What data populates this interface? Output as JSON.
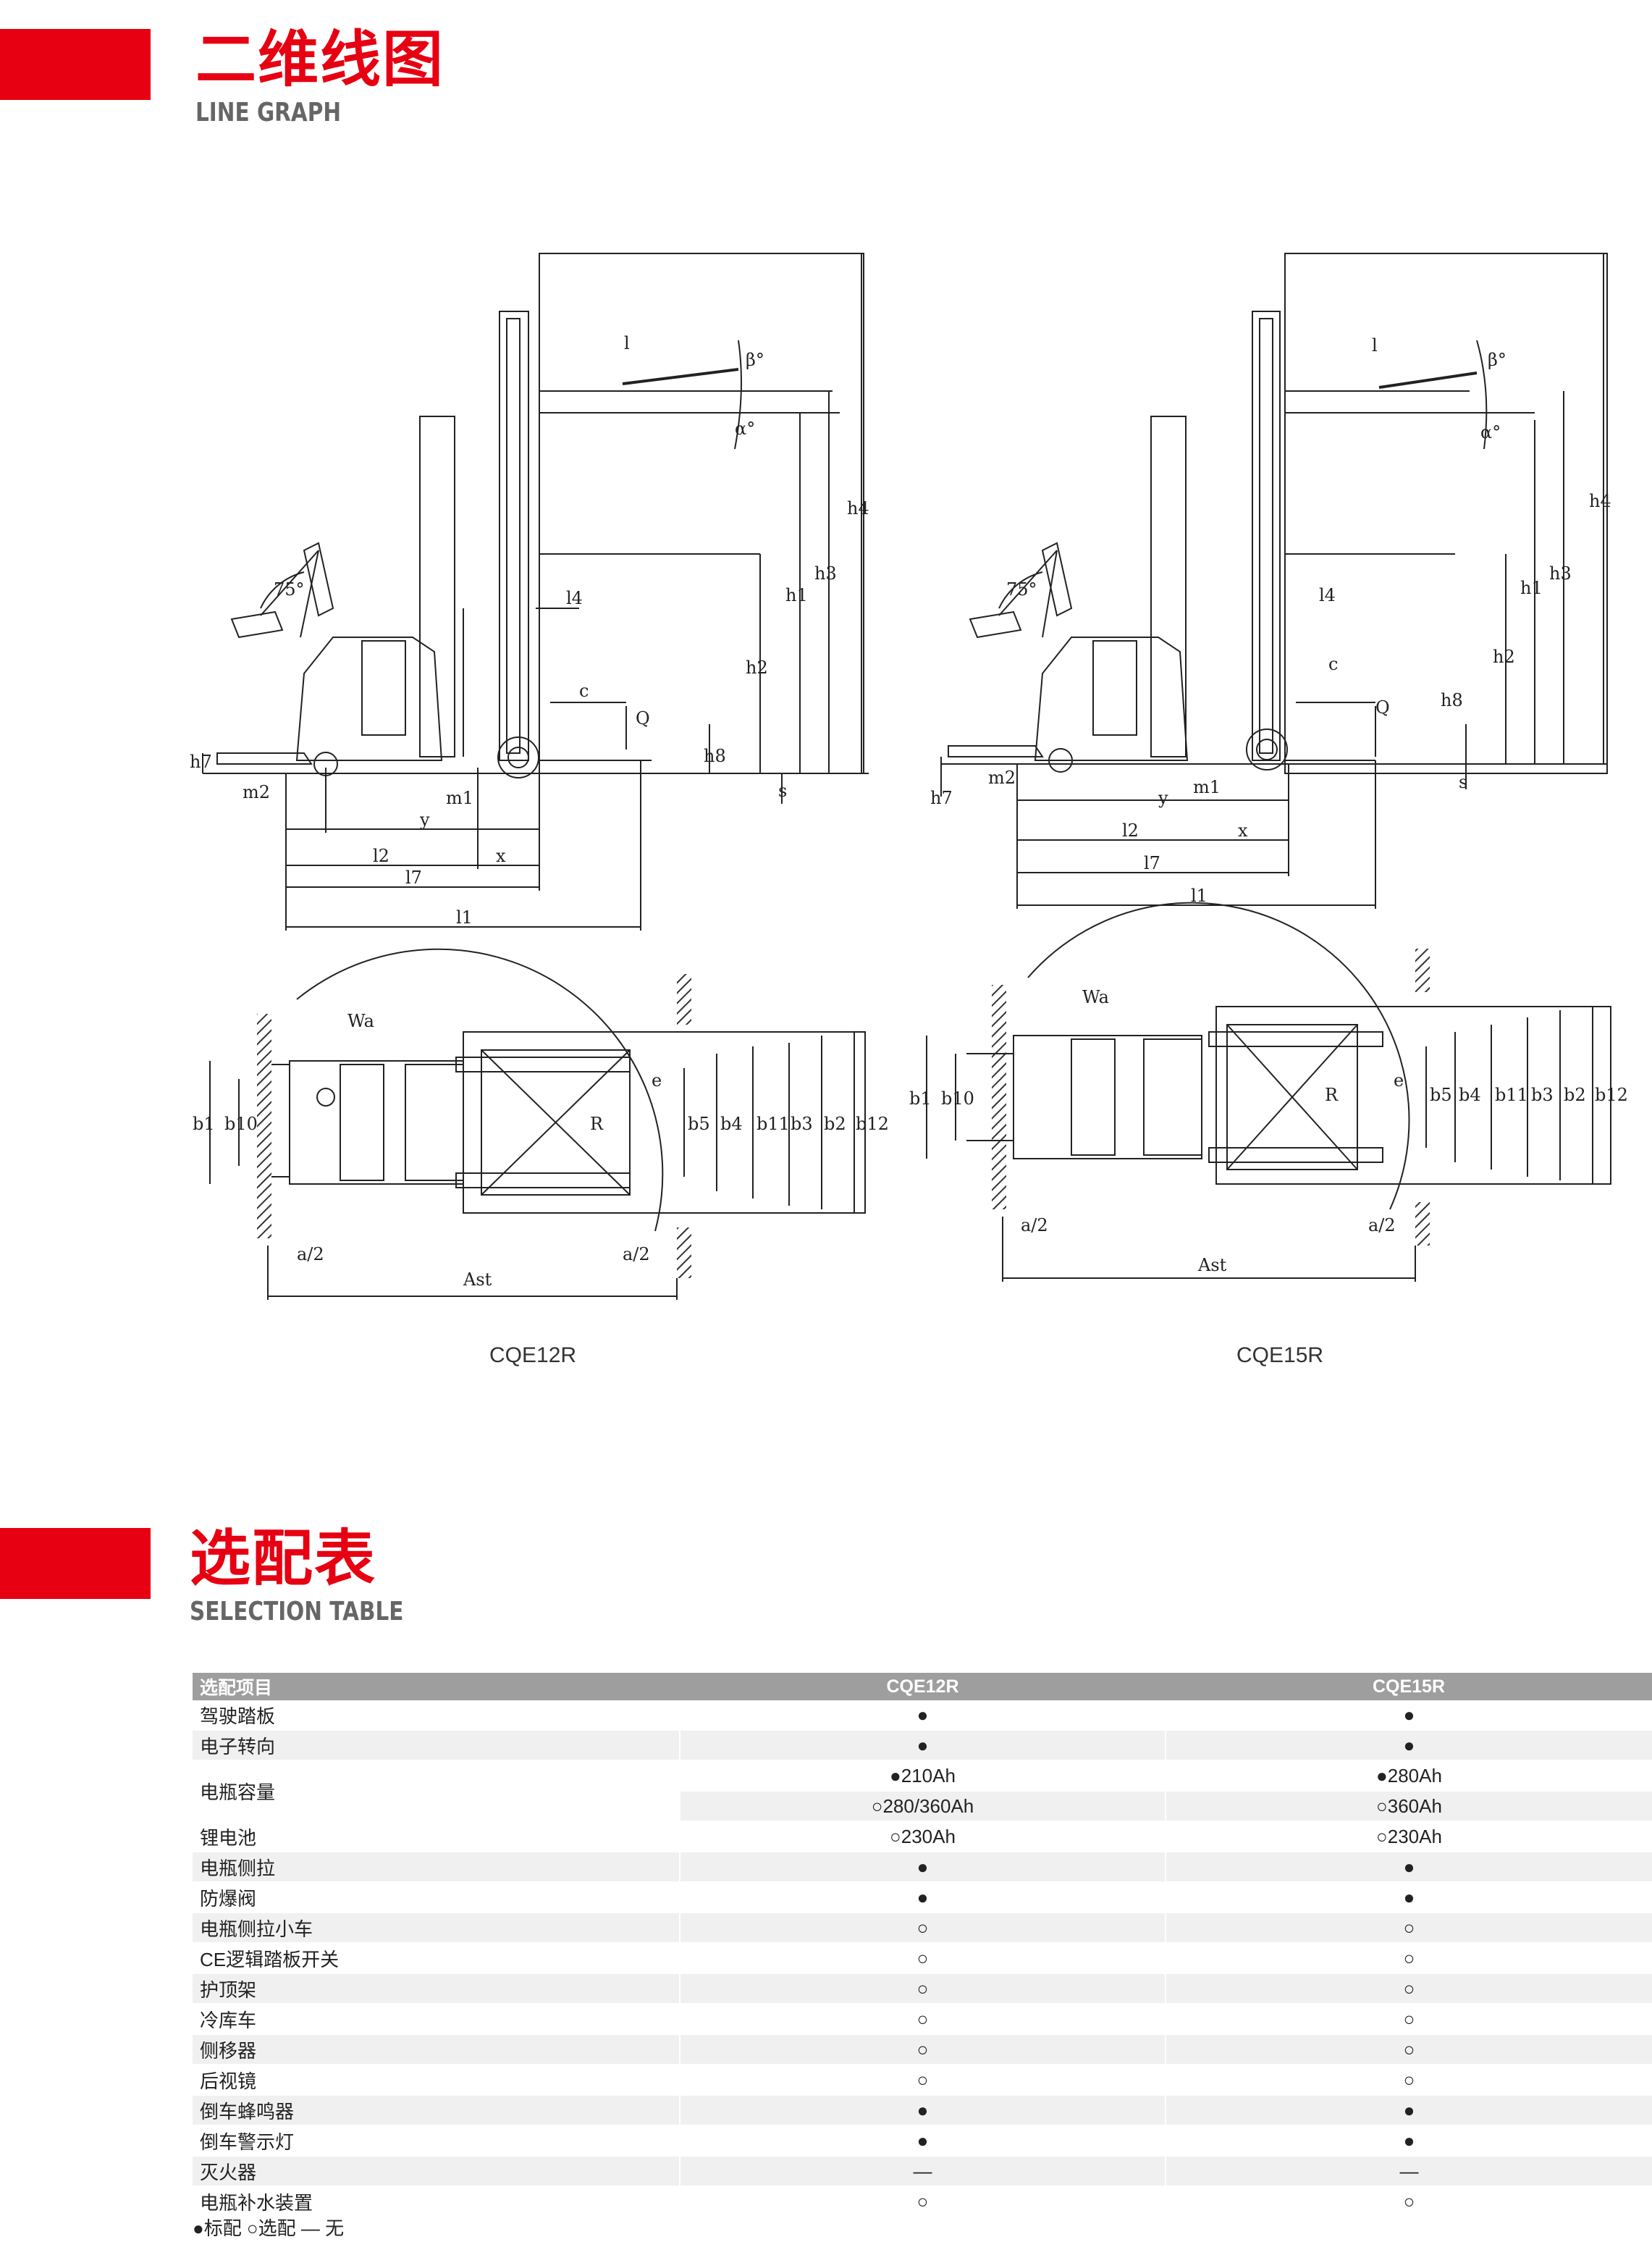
{
  "sections": {
    "line_graph": {
      "title": "二维线图",
      "subtitle": "LINE GRAPH"
    },
    "selection": {
      "title": "选配表",
      "subtitle": "SELECTION TABLE"
    }
  },
  "drawing_labels": {
    "l": "l",
    "l4": "l4",
    "c": "c",
    "Q": "Q",
    "h1": "h1",
    "h2": "h2",
    "h3": "h3",
    "h4": "h4",
    "h7": "h7",
    "h8": "h8",
    "m2": "m2",
    "m1": "m1",
    "y": "y",
    "x": "x",
    "l2": "l2",
    "l7": "l7",
    "l1": "l1",
    "s": "s",
    "angle": "75°",
    "alpha": "α°",
    "beta": "β°",
    "Wa": "Wa",
    "b1": "b1",
    "b10": "b10",
    "b5": "b5",
    "b4": "b4",
    "b11": "b11",
    "b3": "b3",
    "b2": "b2",
    "b12": "b12",
    "e": "e",
    "R": "R",
    "a2": "a/2",
    "Ast": "Ast"
  },
  "models": [
    "CQE12R",
    "CQE15R"
  ],
  "table": {
    "header": [
      "选配项目",
      "CQE12R",
      "CQE15R"
    ],
    "rows": [
      [
        "驾驶踏板",
        "●",
        "●"
      ],
      [
        "电子转向",
        "●",
        "●"
      ],
      [
        "电瓶容量",
        "●210Ah",
        "●280Ah"
      ],
      [
        "",
        "○280/360Ah",
        "○360Ah"
      ],
      [
        "锂电池",
        "○230Ah",
        "○230Ah"
      ],
      [
        "电瓶侧拉",
        "●",
        "●"
      ],
      [
        "防爆阀",
        "●",
        "●"
      ],
      [
        "电瓶侧拉小车",
        "○",
        "○"
      ],
      [
        "CE逻辑踏板开关",
        "○",
        "○"
      ],
      [
        "护顶架",
        "○",
        "○"
      ],
      [
        "冷库车",
        "○",
        "○"
      ],
      [
        "侧移器",
        "○",
        "○"
      ],
      [
        "后视镜",
        "○",
        "○"
      ],
      [
        "倒车蜂鸣器",
        "●",
        "●"
      ],
      [
        "倒车警示灯",
        "●",
        "●"
      ],
      [
        "灭火器",
        "—",
        "—"
      ],
      [
        "电瓶补水装置",
        "○",
        "○"
      ]
    ],
    "legend": "●标配  ○选配  — 无"
  }
}
